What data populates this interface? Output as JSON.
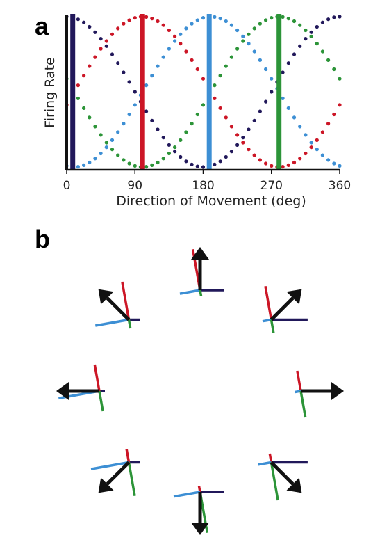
{
  "panels": {
    "a_label": "a",
    "b_label": "b"
  },
  "colors": {
    "navy": "#21185a",
    "red": "#cc1626",
    "blue": "#3d8fd4",
    "green": "#2c9438",
    "black": "#111111"
  },
  "chart_data": {
    "type": "line",
    "xlabel": "Direction of Movement (deg)",
    "ylabel": "Firing Rate",
    "xlim": [
      0,
      360
    ],
    "x_ticks": [
      "0",
      "90",
      "180",
      "270",
      "360"
    ],
    "movement_direction_deg": [
      8,
      100,
      188,
      280
    ],
    "series": [
      {
        "color": "navy",
        "preferred_direction_deg": 0,
        "marker": "circle",
        "dashed": true
      },
      {
        "color": "red",
        "preferred_direction_deg": 100,
        "marker": "circle",
        "dashed": true
      },
      {
        "color": "blue",
        "preferred_direction_deg": 190,
        "marker": "circle",
        "dashed": true
      },
      {
        "color": "green",
        "preferred_direction_deg": 280,
        "marker": "circle",
        "dashed": true
      }
    ],
    "population_vector_directions_deg": [
      0,
      45,
      90,
      135,
      180,
      225,
      270,
      315
    ]
  }
}
